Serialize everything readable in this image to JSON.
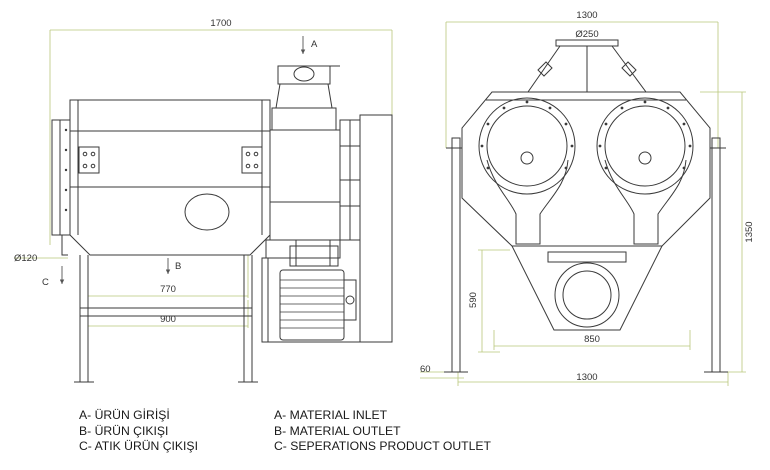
{
  "dimensions": {
    "side_total_width": "1700",
    "front_top_width": "1300",
    "inlet_diameter": "Ø250",
    "outlet_diameter": "Ø120",
    "side_outlet_span": "770",
    "side_base_width": "900",
    "height_total": "1350",
    "lower_height": "590",
    "lower_width": "850",
    "foot_height": "60",
    "front_base_width": "1300"
  },
  "markers": {
    "inlet": "A",
    "outlet": "B",
    "waste": "C"
  },
  "legend": {
    "turkish": [
      "A- ÜRÜN GİRİŞİ",
      "B- ÜRÜN ÇIKIŞI",
      "C- ATIK ÜRÜN ÇIKIŞI"
    ],
    "english": [
      "A- MATERIAL INLET",
      "B- MATERIAL OUTLET",
      "C- SEPERATIONS PRODUCT OUTLET"
    ]
  },
  "colors": {
    "line": "#3a3a3a",
    "dimension": "#b9c77a",
    "text": "#1a1a1a"
  }
}
